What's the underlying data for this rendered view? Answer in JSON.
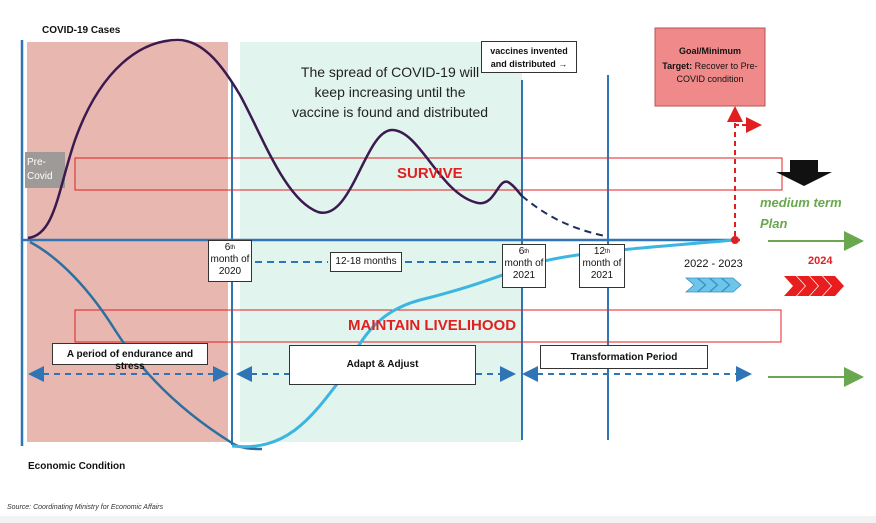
{
  "labels": {
    "y_top": "COVID-19 Cases",
    "y_bottom": "Economic Condition",
    "pre_covid": "Pre-Covid",
    "vaccine_note": "The spread of COVID-19 will keep increasing until the vaccine is found and distributed",
    "vaccines_box": "vaccines invented and distributed →",
    "goal_title": "Goal/Minimum",
    "goal_target_bold": "Target:",
    "goal_target_text": "Recover to Pre-COVID condition",
    "survive": "SURVIVE",
    "maintain": "MAINTAIN LIVELIHOOD",
    "medium_term": "medium term Plan",
    "timeline_1_sup": "th",
    "timeline_1_num": "6",
    "timeline_1": "month of 2020",
    "timeline_2": "12-18 months",
    "timeline_3_num": "6",
    "timeline_3_sup": "th",
    "timeline_3": "month of 2021",
    "timeline_4_num": "12",
    "timeline_4_sup": "th",
    "timeline_4": "month of 2021",
    "year_2022_2023": "2022 - 2023",
    "year_2024": "2024",
    "phase_1": "A period of endurance and stress",
    "phase_2": "Adapt & Adjust",
    "phase_3": "Transformation Period",
    "source": "Source: Coordinating Ministry for Economic Affairs"
  },
  "colors": {
    "phase1_bg": "#e8b8b0",
    "phase2_bg": "#e2f4ee",
    "goal_box": "#f08a8a",
    "red": "#e02020",
    "blue_axis": "#2f75b5",
    "covid_curve": "#3b1a4f",
    "econ_curve": "#2f6f9f",
    "recovery": "#3cb6e0",
    "green": "#6aa84f"
  }
}
